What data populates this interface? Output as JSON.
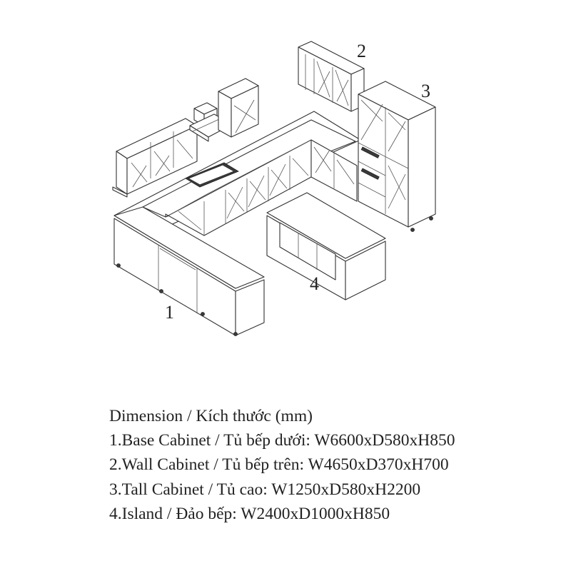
{
  "diagram": {
    "callouts": [
      "1",
      "2",
      "3",
      "4"
    ]
  },
  "legend": {
    "heading": "Dimension / Kích thước (mm)",
    "items": [
      "1.Base Cabinet / Tủ bếp dưới: W6600xD580xH850",
      "2.Wall Cabinet / Tủ bếp trên: W4650xD370xH700",
      "3.Tall Cabinet / Tủ cao: W1250xD580xH2200",
      "4.Island / Đảo bếp: W2400xD1000xH850"
    ]
  }
}
